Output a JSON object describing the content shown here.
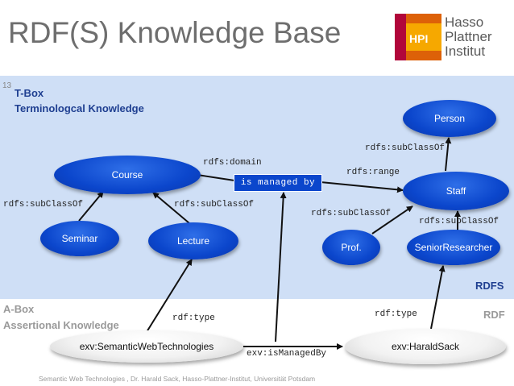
{
  "title": "RDF(S) Knowledge Base",
  "logo": {
    "mark": "HPI",
    "line1": "Hasso",
    "line2": "Plattner",
    "line3": "Institut"
  },
  "slide_number": "13",
  "tbox": {
    "heading": "T-Box",
    "subheading": "Terminologcal Knowledge",
    "corner_label": "RDFS"
  },
  "abox": {
    "heading": "A-Box",
    "subheading": "Assertional Knowledge",
    "corner_label": "RDF"
  },
  "nodes": {
    "course": "Course",
    "seminar": "Seminar",
    "lecture": "Lecture",
    "person": "Person",
    "staff": "Staff",
    "prof": "Prof.",
    "senior": "SeniorResearcher",
    "swt": "exv:SemanticWebTechnologies",
    "harald": "exv:HaraldSack"
  },
  "property_box": "is managed by",
  "edge_labels": {
    "seminar_sub": "rdfs:subClassOf",
    "lecture_sub": "rdfs:subClassOf",
    "domain": "rdfs:domain",
    "range": "rdfs:range",
    "staff_sub": "rdfs:subClassOf",
    "prof_sub": "rdfs:subClassOf",
    "senior_sub": "rdfs:subClassOf",
    "swt_type": "rdf:type",
    "harald_type": "rdf:type",
    "managed_by": "exv:isManagedBy"
  },
  "footer": "Semantic Web Technologies , Dr. Harald Sack, Hasso-Plattner-Institut, Universität Potsdam"
}
